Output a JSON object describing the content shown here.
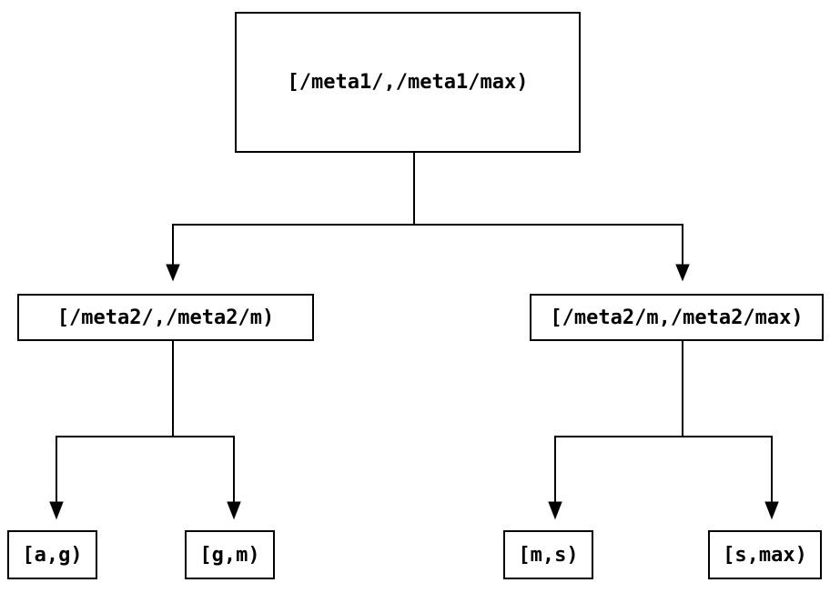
{
  "diagram": {
    "type": "binary-tree",
    "nodes": {
      "root": {
        "label": "[/meta1/,/meta1/max)"
      },
      "left": {
        "label": "[/meta2/,/meta2/m)"
      },
      "right": {
        "label": "[/meta2/m,/meta2/max)"
      },
      "left_left": {
        "label": "[a,g)"
      },
      "left_right": {
        "label": "[g,m)"
      },
      "right_left": {
        "label": "[m,s)"
      },
      "right_right": {
        "label": "[s,max)"
      }
    },
    "edges": [
      {
        "from": "root",
        "to": "left",
        "arrow": "down"
      },
      {
        "from": "root",
        "to": "right",
        "arrow": "down"
      },
      {
        "from": "left",
        "to": "left_left",
        "arrow": "down"
      },
      {
        "from": "left",
        "to": "left_right",
        "arrow": "down"
      },
      {
        "from": "right",
        "to": "right_left",
        "arrow": "down"
      },
      {
        "from": "right",
        "to": "right_right",
        "arrow": "down"
      }
    ],
    "colors": {
      "line": "#000000",
      "box_border": "#000000",
      "box_fill": "#ffffff",
      "text": "#000000",
      "background": "#ffffff"
    }
  }
}
